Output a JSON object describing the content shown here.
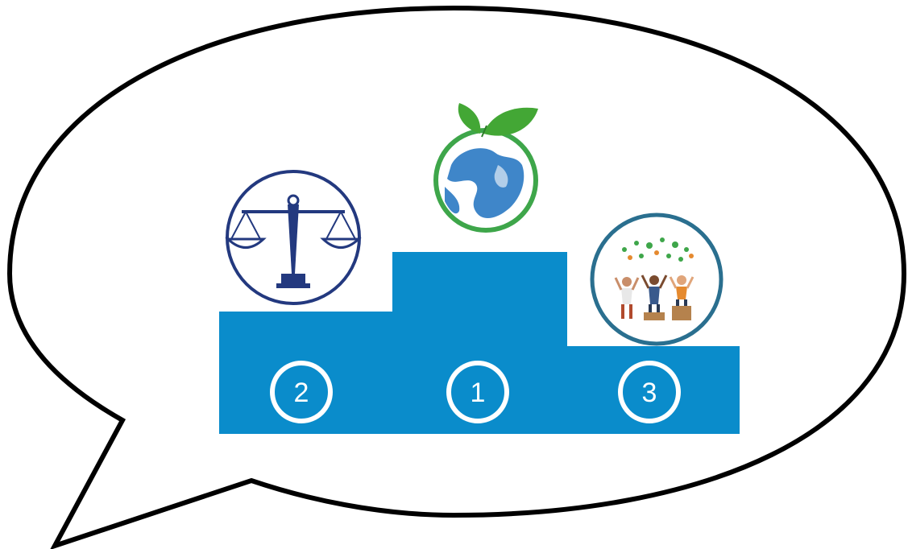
{
  "podium": {
    "places": [
      {
        "position": "second",
        "number": "2",
        "icon": "justice-scale-icon"
      },
      {
        "position": "first",
        "number": "1",
        "icon": "earth-leaf-icon"
      },
      {
        "position": "third",
        "number": "3",
        "icon": "community-people-icon"
      }
    ]
  },
  "colors": {
    "podium_blue": "#0a8ccb",
    "outline": "#000000",
    "number_circle": "#ffffff",
    "scale_blue": "#23397f",
    "earth_blue": "#3f86c9",
    "earth_green": "#3ea64a",
    "leaf_green": "#43a735",
    "community_teal": "#2a6f8f"
  }
}
